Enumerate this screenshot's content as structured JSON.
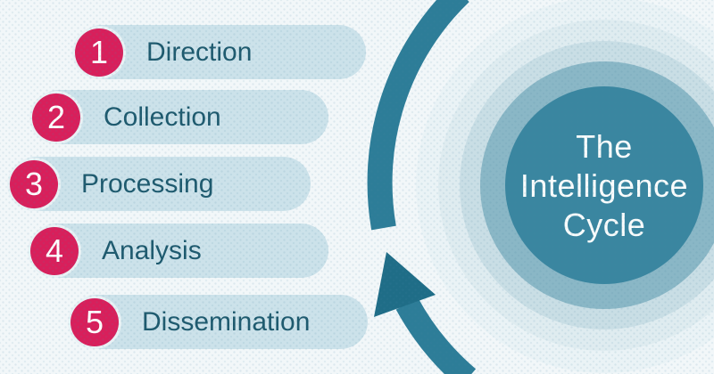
{
  "title": {
    "line1": "The",
    "line2": "Intelligence",
    "line3": "Cycle"
  },
  "steps": [
    {
      "number": "1",
      "label": "Direction"
    },
    {
      "number": "2",
      "label": "Collection"
    },
    {
      "number": "3",
      "label": "Processing"
    },
    {
      "number": "4",
      "label": "Analysis"
    },
    {
      "number": "5",
      "label": "Dissemination"
    }
  ],
  "icons": {
    "arrow": "counterclockwise-cycle-arrow"
  },
  "colors": {
    "background": "#f2f7f9",
    "pill_fill": "#cce2ea",
    "pill_text": "#1e5a6e",
    "step_badge": "#d81f5b",
    "badge_text": "#ffffff",
    "hub_center": "#3a86a0",
    "hub_ring_1": "#8ab7c6",
    "hub_ring_2": "#c9dee5",
    "hub_ring_3": "#dfecf0",
    "hub_ring_4": "#eaf3f6",
    "arrow_arc": "#2d7d98",
    "arrow_head": "#1f6d87",
    "title_text": "#fafdfd"
  }
}
